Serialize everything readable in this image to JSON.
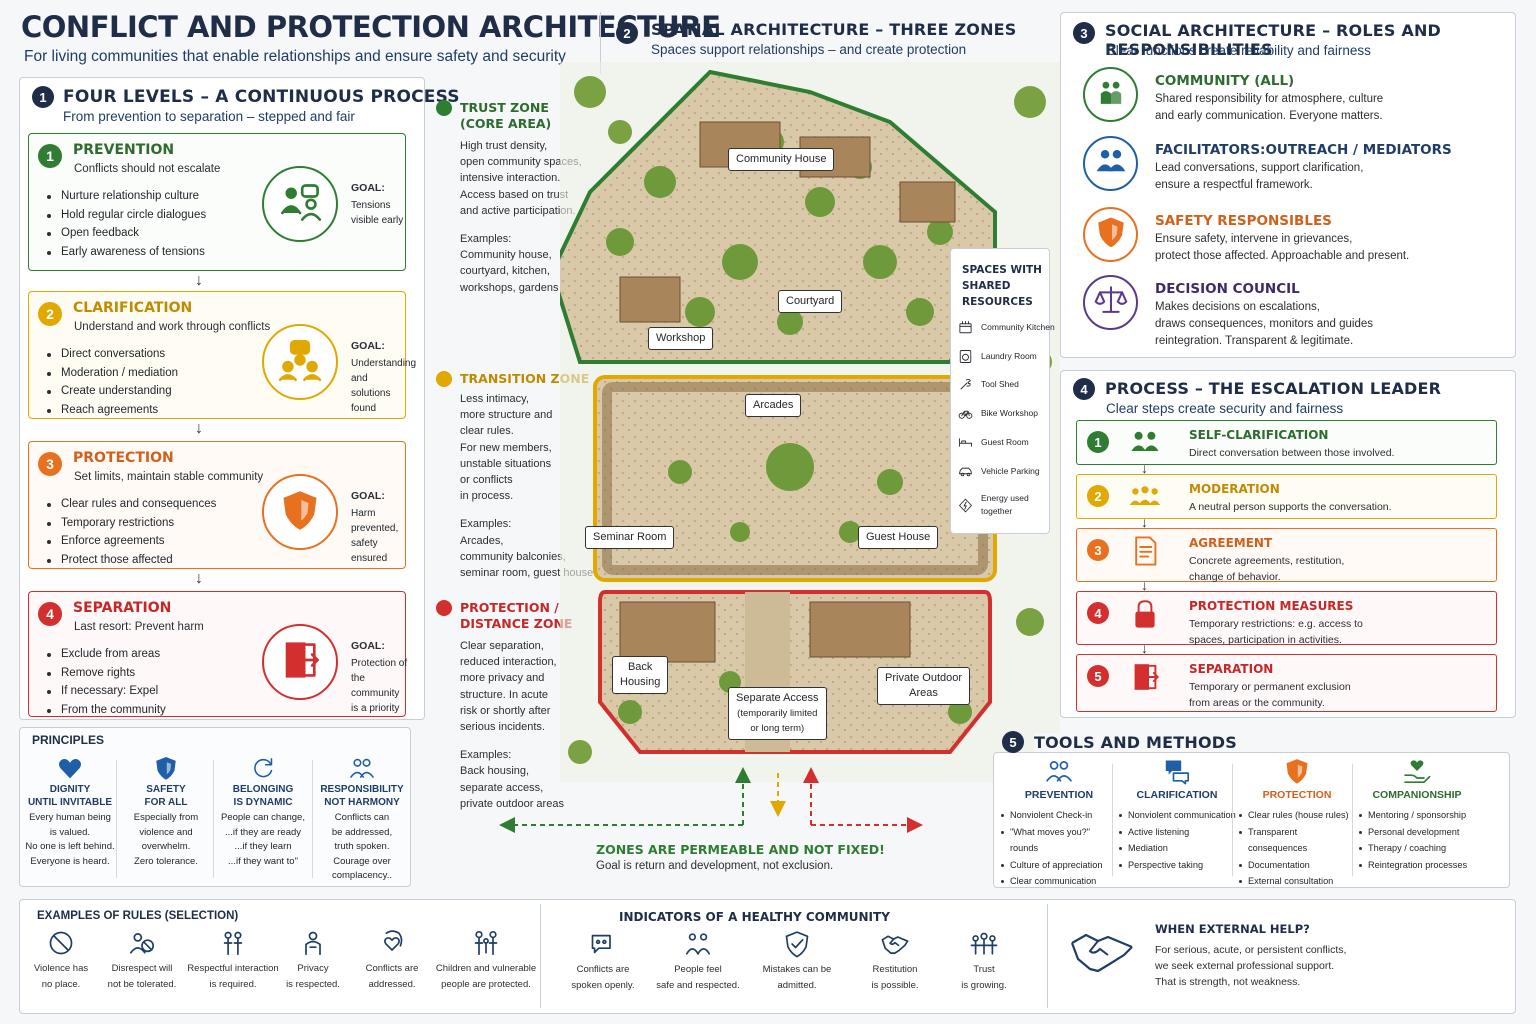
{
  "header": {
    "title": "CONFLICT AND PROTECTION ARCHITECTURE",
    "subtitle": "For living communities that enable relationships and ensure safety and security"
  },
  "colors": {
    "green": "#2e7d32",
    "yellow": "#e0a800",
    "orange": "#e8711f",
    "red": "#d32f2f",
    "navy": "#1f2d48",
    "blue": "#1f5fa8",
    "purple": "#5b3a8c"
  },
  "levels": {
    "num": "1",
    "title": "FOUR LEVELS – A CONTINUOUS PROCESS",
    "subtitle": "From prevention to separation – stepped and fair",
    "items": [
      {
        "n": "1",
        "title": "PREVENTION",
        "sub": "Conflicts should not escalate",
        "bullets": [
          "Nurture relationship culture",
          "Hold regular circle dialogues",
          "Open feedback",
          "Early awareness of tensions"
        ],
        "goal_label": "GOAL:",
        "goal": "Tensions visible early",
        "icon": "people-dialogue-icon"
      },
      {
        "n": "2",
        "title": "CLARIFICATION",
        "sub": "Understand and work through conflicts",
        "bullets": [
          "Direct conversations",
          "Moderation / mediation",
          "Create understanding",
          "Reach agreements"
        ],
        "goal_label": "GOAL:",
        "goal": "Understanding and solutions found",
        "icon": "mediation-icon"
      },
      {
        "n": "3",
        "title": "PROTECTION",
        "sub": "Set limits, maintain stable community",
        "bullets": [
          "Clear rules and consequences",
          "Temporary restrictions",
          "Enforce agreements",
          "Protect those affected"
        ],
        "goal_label": "GOAL:",
        "goal": "Harm prevented, safety ensured",
        "icon": "shield-icon"
      },
      {
        "n": "4",
        "title": "SEPARATION",
        "sub": "Last resort: Prevent harm",
        "bullets": [
          "Exclude from areas",
          "Remove rights",
          "If necessary: Expel",
          "From the community"
        ],
        "goal_label": "GOAL:",
        "goal": "Protection of the community is a priority",
        "icon": "exit-door-icon"
      }
    ]
  },
  "principles": {
    "title": "PRINCIPLES",
    "items": [
      {
        "title1": "DIGNITY",
        "title2": "UNTIL INVITABLE",
        "lines": [
          "Every human being",
          "is valued.",
          "No one is left behind.",
          "Everyone is heard."
        ],
        "icon": "heart-icon"
      },
      {
        "title1": "SAFETY",
        "title2": "FOR ALL",
        "lines": [
          "Especially from",
          "violence and",
          "overwhelm.",
          "Zero tolerance."
        ],
        "icon": "shield-icon"
      },
      {
        "title1": "BELONGING",
        "title2": "IS DYNAMIC",
        "lines": [
          "People can change,",
          "...if they are ready",
          "...if they learn",
          "...if they want to\""
        ],
        "icon": "refresh-icon"
      },
      {
        "title1": "RESPONSIBILITY",
        "title2": "NOT HARMONY",
        "lines": [
          "Conflicts can",
          "be addressed,",
          "truth spoken.",
          "Courage over",
          "complacency.."
        ],
        "icon": "group-icon"
      }
    ]
  },
  "spatial": {
    "num": "2",
    "title": "SPATIAL ARCHITECTURE – THREE ZONES",
    "subtitle": "Spaces support relationships – and create protection",
    "zones": [
      {
        "title1": "TRUST ZONE",
        "title2": "(CORE AREA)",
        "desc": [
          "High trust density,",
          "open community spaces,",
          "intensive interaction.",
          "Access based on trust",
          "and active participation."
        ],
        "examples": [
          "Examples:",
          "Community house,",
          "courtyard, kitchen,",
          "workshops, gardens"
        ]
      },
      {
        "title1": "TRANSITION ZONE",
        "title2": "",
        "desc": [
          "Less intimacy,",
          "more structure and",
          "clear rules.",
          "For new members,",
          "unstable situations",
          "or conflicts",
          "in process."
        ],
        "examples": [
          "Examples:",
          "Arcades,",
          "community balconies,",
          "seminar room, guest house"
        ]
      },
      {
        "title1": "PROTECTION /",
        "title2": "DISTANCE ZONE",
        "desc": [
          "Clear separation,",
          "reduced interaction,",
          "more privacy and",
          "structure. In acute",
          "risk or shortly after",
          "serious incidents."
        ],
        "examples": [
          "Examples:",
          "Back housing,",
          "separate access,",
          "private outdoor areas"
        ]
      }
    ],
    "labels": {
      "community_house": "Community House",
      "courtyard": "Courtyard",
      "workshop": "Workshop",
      "arcades": "Arcades",
      "seminar_room": "Seminar Room",
      "guest_house": "Guest House",
      "back_housing": "Back\nHousing",
      "separate_access": "Separate Access",
      "separate_access_note": "(temporarily limited\nor long term)",
      "private_outdoor": "Private Outdoor\nAreas"
    },
    "resources": {
      "title": [
        "SPACES WITH",
        "SHARED",
        "RESOURCES"
      ],
      "items": [
        {
          "label": "Community Kitchen",
          "icon": "kitchen-icon"
        },
        {
          "label": "Laundry Room",
          "icon": "washer-icon"
        },
        {
          "label": "Tool Shed",
          "icon": "tool-icon"
        },
        {
          "label": "Bike Workshop",
          "icon": "bike-icon"
        },
        {
          "label": "Guest Room",
          "icon": "bed-icon"
        },
        {
          "label": "Vehicle Parking",
          "icon": "car-icon"
        },
        {
          "label": "Energy used\ntogether",
          "icon": "energy-icon"
        }
      ]
    },
    "permeable_title": "ZONES ARE PERMEABLE AND NOT FIXED!",
    "permeable_sub": "Goal is return and development, not exclusion."
  },
  "social": {
    "num": "3",
    "title": "SOCIAL ARCHITECTURE – ROLES AND RESPONSIBILITIES",
    "subtitle": "Clear functions create reliability and fairness",
    "roles": [
      {
        "title": "COMMUNITY (ALL)",
        "lines": [
          "Shared responsibility for atmosphere, culture",
          "and early communication. Everyone matters."
        ],
        "icon": "community-icon"
      },
      {
        "title": "FACILITATORS:OUTREACH / MEDIATORS",
        "lines": [
          "Lead conversations, support clarification,",
          "ensure a respectful framework."
        ],
        "icon": "facilitators-icon"
      },
      {
        "title": "SAFETY RESPONSIBLES",
        "lines": [
          "Ensure safety, intervene in grievances,",
          "protect those affected. Approachable and present."
        ],
        "icon": "shield-icon"
      },
      {
        "title": "DECISION COUNCIL",
        "lines": [
          "Makes decisions on escalations,",
          "draws consequences, monitors and guides",
          "reintegration. Transparent & legitimate."
        ],
        "icon": "scales-icon"
      }
    ]
  },
  "process": {
    "num": "4",
    "title": "PROCESS – THE ESCALATION LEADER",
    "subtitle": "Clear steps create security and fairness",
    "steps": [
      {
        "n": "1",
        "title": "SELF-CLARIFICATION",
        "lines": [
          "Direct conversation between those involved."
        ],
        "icon": "two-people-icon"
      },
      {
        "n": "2",
        "title": "MODERATION",
        "lines": [
          "A neutral person supports the conversation."
        ],
        "icon": "three-people-icon"
      },
      {
        "n": "3",
        "title": "AGREEMENT",
        "lines": [
          "Concrete agreements, restitution,",
          "change of behavior."
        ],
        "icon": "document-icon"
      },
      {
        "n": "4",
        "title": "PROTECTION MEASURES",
        "lines": [
          "Temporary restrictions: e.g. access to",
          "spaces, participation in activities."
        ],
        "icon": "lock-icon"
      },
      {
        "n": "5",
        "title": "SEPARATION",
        "lines": [
          "Temporary or permanent exclusion",
          "from areas or the community."
        ],
        "icon": "exit-door-icon"
      }
    ]
  },
  "tools": {
    "num": "5",
    "title": "TOOLS AND METHODS",
    "groups": [
      {
        "title": "PREVENTION",
        "items": [
          "Nonviolent Check-in",
          "\"What moves you?\" rounds",
          "Culture of appreciation",
          "Clear communication"
        ],
        "icon": "group-icon"
      },
      {
        "title": "CLARIFICATION",
        "items": [
          "Nonviolent communication",
          "Active listening",
          "Mediation",
          "Perspective taking"
        ],
        "icon": "speech-bubbles-icon"
      },
      {
        "title": "PROTECTION",
        "items": [
          "Clear rules (house rules)",
          "Transparent consequences",
          "Documentation",
          "External consultation"
        ],
        "icon": "shield-icon"
      },
      {
        "title": "COMPANIONSHIP",
        "items": [
          "Mentoring / sponsorship",
          "Personal development",
          "Therapy / coaching",
          "Reintegration processes"
        ],
        "icon": "heart-hand-icon"
      }
    ]
  },
  "rules": {
    "title": "EXAMPLES OF RULES (SELECTION)",
    "items": [
      {
        "lines": [
          "Violence has",
          "no place."
        ],
        "icon": "no-violence-icon"
      },
      {
        "lines": [
          "Disrespect will",
          "not be tolerated."
        ],
        "icon": "disrespect-icon"
      },
      {
        "lines": [
          "Respectful interaction",
          "is required."
        ],
        "icon": "respect-icon"
      },
      {
        "lines": [
          "Privacy",
          "is respected."
        ],
        "icon": "privacy-icon"
      },
      {
        "lines": [
          "Conflicts are",
          "addressed."
        ],
        "icon": "heart-head-icon"
      },
      {
        "lines": [
          "Children and vulnerable",
          "people are protected."
        ],
        "icon": "family-icon"
      }
    ]
  },
  "indicators": {
    "title": "INDICATORS OF A HEALTHY COMMUNITY",
    "items": [
      {
        "lines": [
          "Conflicts are",
          "spoken openly."
        ],
        "icon": "open-talk-icon"
      },
      {
        "lines": [
          "People feel",
          "safe and respected."
        ],
        "icon": "people-safe-icon"
      },
      {
        "lines": [
          "Mistakes can be",
          "admitted."
        ],
        "icon": "check-shield-icon"
      },
      {
        "lines": [
          "Restitution",
          "is possible."
        ],
        "icon": "handshake-icon"
      },
      {
        "lines": [
          "Trust",
          "is growing."
        ],
        "icon": "trust-group-icon"
      }
    ]
  },
  "external": {
    "title": "WHEN EXTERNAL HELP?",
    "lines": [
      "For serious, acute, or persistent conflicts,",
      "we seek external professional support.",
      "That is strength, not weakness."
    ],
    "icon": "handshake-icon"
  }
}
